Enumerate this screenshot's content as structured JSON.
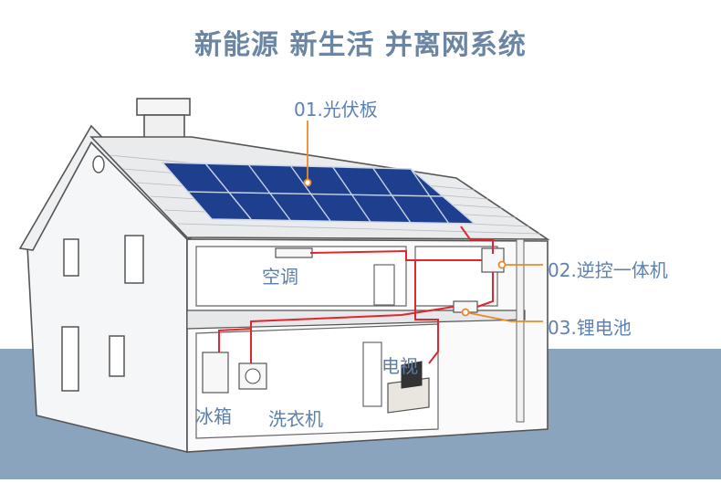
{
  "title": "新能源 新生活 并离网系统",
  "callouts": {
    "solar_panel": "01.光伏板",
    "inverter_controller": "02.逆控一体机",
    "lithium_battery": "03.锂电池"
  },
  "appliances": {
    "air_conditioner": "空调",
    "refrigerator": "冰箱",
    "washing_machine": "洗衣机",
    "television": "电视"
  },
  "colors": {
    "title": "#6a86a3",
    "ground": "#8aa4bd",
    "wire": "#e0262f",
    "callout_line": "#e98a2a",
    "panel": "#1d3f8d"
  }
}
